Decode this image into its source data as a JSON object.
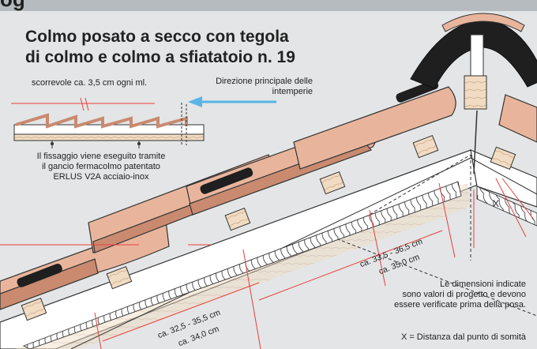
{
  "header": {
    "title_fragment": "og"
  },
  "title": {
    "line1": "Colmo posato a secco con tegola",
    "line2": "di colmo e colmo a sfiatatoio n. 19"
  },
  "labels": {
    "slide": "scorrevole ca. 3,5 cm ogni ml.",
    "wind_line1": "Direzione principale delle",
    "wind_line2": "intemperie",
    "fix_line1": "Il fissaggio viene eseguito tramite",
    "fix_line2": "il gancio fermacolmo patentato",
    "fix_line3": "ERLUS V2A acciaio-inox"
  },
  "dimensions": {
    "upper_range": "ca. 33,5 - 36,5 cm",
    "upper_nominal": "ca. 35,0 cm",
    "lower_range": "ca. 32,5 - 35,5 cm",
    "lower_nominal": "ca. 34,0 cm",
    "x_marker": "X"
  },
  "note": {
    "line1": "Le dimensioni indicate",
    "line2": "sono valori di progetto e devono",
    "line3": "essere verificate prima della posa.",
    "x_definition": "X = Distanza dal punto di somità"
  },
  "colors": {
    "background": "#e3e5e6",
    "header_bar": "#b5bbbe",
    "tile": "#e8b59c",
    "tile_dark": "#c98a70",
    "wood": "#f1dcc3",
    "dimension_line": "#e8413c",
    "arrow": "#5ab4e6"
  }
}
